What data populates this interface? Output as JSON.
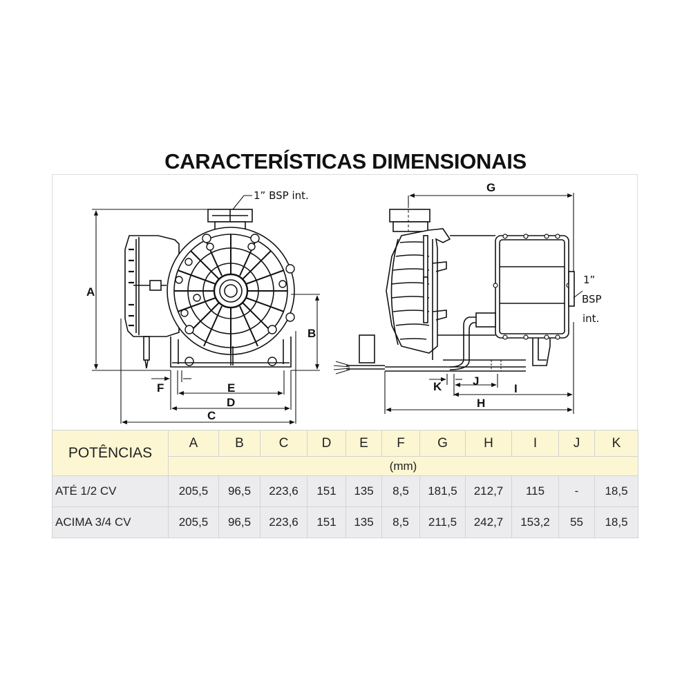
{
  "title": "CARACTERÍSTICAS DIMENSIONAIS",
  "diagram": {
    "front_view": {
      "connection_note": "1” BSP int.",
      "dimension_labels": [
        "A",
        "B",
        "C",
        "D",
        "E",
        "F"
      ]
    },
    "side_view": {
      "connection_note_lines": [
        "1”",
        "BSP",
        "int."
      ],
      "dimension_labels": [
        "G",
        "H",
        "I",
        "J",
        "K"
      ]
    }
  },
  "table": {
    "row_header_label": "POTÊNCIAS",
    "columns": [
      "A",
      "B",
      "C",
      "D",
      "E",
      "F",
      "G",
      "H",
      "I",
      "J",
      "K"
    ],
    "unit": "(mm)",
    "rows": [
      {
        "label": "ATÉ 1/2 CV",
        "values": [
          "205,5",
          "96,5",
          "223,6",
          "151",
          "135",
          "8,5",
          "181,5",
          "212,7",
          "115",
          "-",
          "18,5"
        ]
      },
      {
        "label": "ACIMA 3/4 CV",
        "values": [
          "205,5",
          "96,5",
          "223,6",
          "151",
          "135",
          "8,5",
          "211,5",
          "242,7",
          "153,2",
          "55",
          "18,5"
        ]
      }
    ]
  },
  "colors": {
    "header_bg": "#fcf6d2",
    "row_bg": "#ececee",
    "grid": "#d3d3d3",
    "line": "#111111"
  }
}
